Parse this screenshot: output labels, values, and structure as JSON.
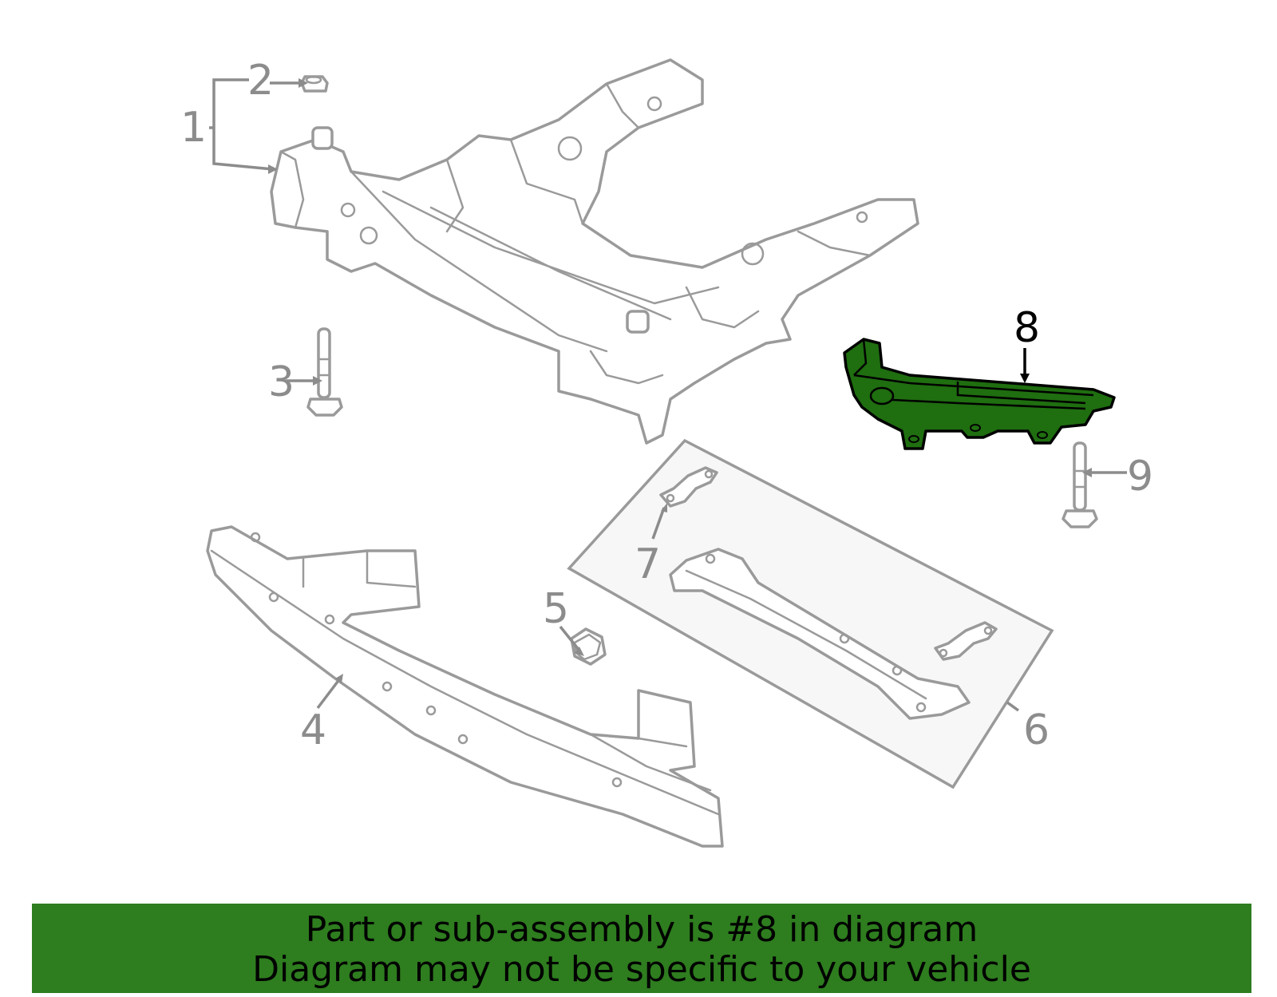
{
  "callouts": [
    {
      "id": "1",
      "label": "1"
    },
    {
      "id": "2",
      "label": "2"
    },
    {
      "id": "3",
      "label": "3"
    },
    {
      "id": "4",
      "label": "4"
    },
    {
      "id": "5",
      "label": "5"
    },
    {
      "id": "6",
      "label": "6"
    },
    {
      "id": "7",
      "label": "7"
    },
    {
      "id": "8",
      "label": "8"
    },
    {
      "id": "9",
      "label": "9"
    }
  ],
  "highlighted_part": "8",
  "colors": {
    "highlight_fill": "#1f6e10",
    "banner": "#2e7d1f",
    "line": "#9a9a9a",
    "label_inactive": "#8c8c8c"
  },
  "banner": {
    "line1": "Part or sub-assembly is #8 in diagram",
    "line2": "Diagram may not be specific to your vehicle"
  }
}
